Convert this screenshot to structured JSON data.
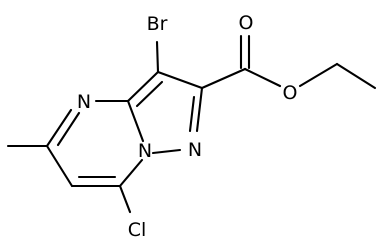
{
  "molecule": {
    "atoms": {
      "br": "Br",
      "n_ring_top": "N",
      "n_pyrazole": "N",
      "n_bridge": "N",
      "o_carbonyl": "O",
      "o_ester": "O",
      "cl": "Cl"
    }
  }
}
